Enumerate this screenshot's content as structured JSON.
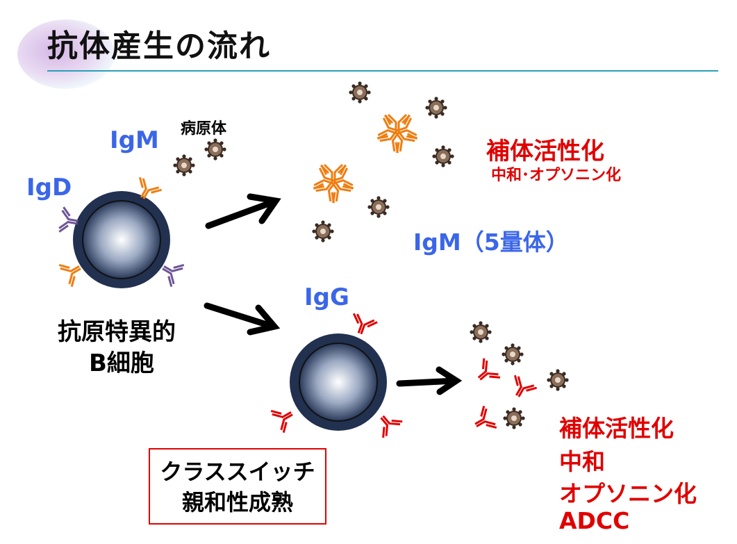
{
  "title": "抗体産生の流れ",
  "labels": {
    "igm": "IgM",
    "igd": "IgD",
    "pathogen": "病原体",
    "igm_pentamer": "IgM（5量体）",
    "igg": "IgG",
    "b_cell_line1": "抗原特異的",
    "b_cell_line2": "B細胞"
  },
  "igm_effects": {
    "main": "補体活性化",
    "sub": "中和･オプソニン化"
  },
  "igg_effects": [
    "補体活性化",
    "中和",
    "オプソニン化",
    "ADCC"
  ],
  "class_switch_box": [
    "クラススイッチ",
    "親和性成熟"
  ],
  "colors": {
    "igm_antibody": "#f07d10",
    "igd_antibody": "#6e5596",
    "igg_antibody": "#e00000",
    "label_blue": "#3b66e8",
    "effect_red": "#e00000",
    "cell_outer": "#223150",
    "rule": "#2aa0b8"
  }
}
